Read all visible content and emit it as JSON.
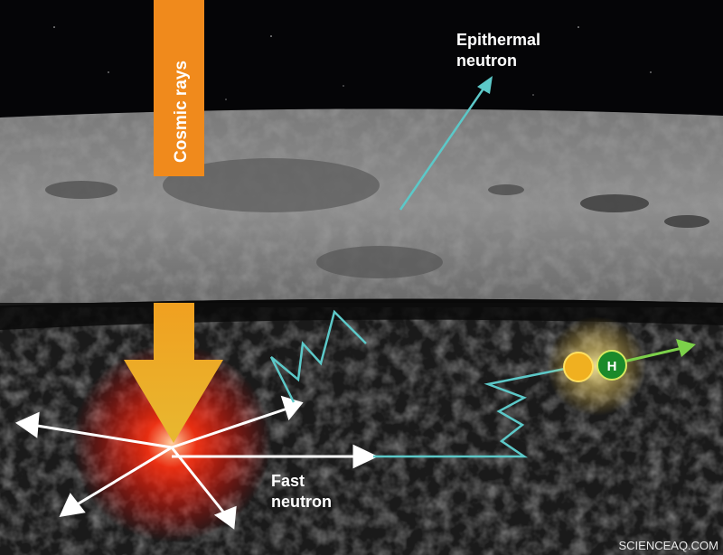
{
  "labels": {
    "cosmic_rays": "Cosmic rays",
    "epithermal_line1": "Epithermal",
    "epithermal_line2": "neutron",
    "fast_line1": "Fast",
    "fast_line2": "neutron",
    "hydrogen": "H",
    "watermark": "SCIENCEAQ.COM"
  },
  "colors": {
    "cosmic_ray": "#f08a1c",
    "neutron_path": "#5cc8c8",
    "hydrogen": "#1a8a2a",
    "neutron_ball": "#f0b020",
    "exit_arrow": "#7cd04a"
  }
}
